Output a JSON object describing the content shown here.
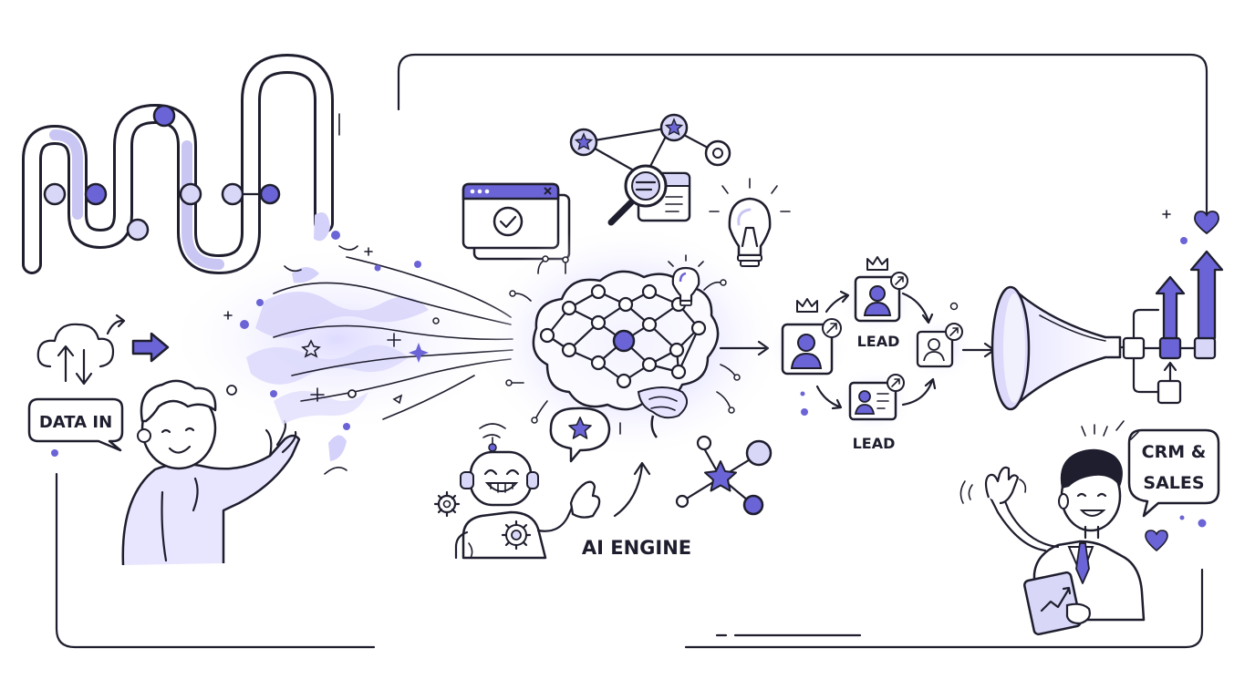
{
  "labels": {
    "data_in": "DATA IN",
    "ai_engine": "AI ENGINE",
    "lead_top": "LEAD",
    "lead_bottom": "LEAD",
    "crm_line1": "CRM &",
    "crm_line2": "SALES"
  },
  "colors": {
    "ink": "#1e1e2e",
    "accent": "#6b64d6",
    "lavender": "#d9d7f7",
    "pale": "#eceaff",
    "background": "#ffffff"
  },
  "icons": [
    "pipeline-icon",
    "cloud-sync-icon",
    "arrow-right-icon",
    "data-stream-icon",
    "browser-check-icon",
    "network-search-icon",
    "lightbulb-icon",
    "brain-network-icon",
    "robot-icon",
    "chat-star-icon",
    "gear-icon",
    "star-network-icon",
    "crown-icon",
    "lead-card-icon",
    "funnel-icon",
    "chart-arrows-icon",
    "heart-icon",
    "tablet-chart-icon"
  ]
}
